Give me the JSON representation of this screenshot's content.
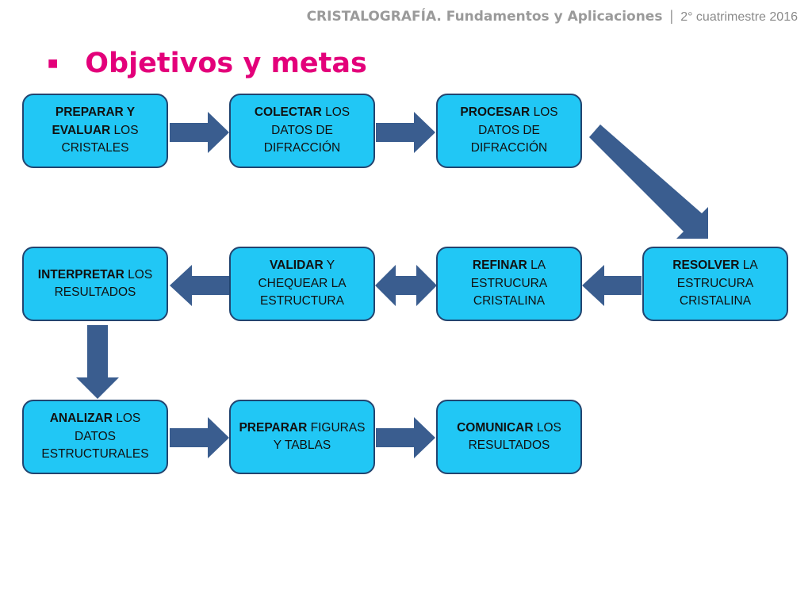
{
  "header": {
    "course": "CRISTALOGRAFÍA. Fundamentos y Aplicaciones",
    "separator": "|",
    "term": "2° cuatrimestre 2016"
  },
  "slide": {
    "bullet": "■",
    "title": "Objetivos y metas"
  },
  "colors": {
    "title": "#e3007a",
    "box_fill": "#21c7f5",
    "box_border": "#22446f",
    "arrow": "#3a5d8f"
  },
  "steps": {
    "preparar_cristales": {
      "bold": "PREPARAR Y EVALUAR",
      "rest": " LOS CRISTALES"
    },
    "colectar": {
      "bold": "COLECTAR",
      "rest": "  LOS DATOS DE DIFRACCIÓN"
    },
    "procesar": {
      "bold": "PROCESAR",
      "rest": " LOS DATOS DE DIFRACCIÓN"
    },
    "resolver": {
      "bold": "RESOLVER",
      "rest": " LA ESTRUCURA CRISTALINA"
    },
    "refinar": {
      "bold": "REFINAR",
      "rest": " LA ESTRUCURA CRISTALINA"
    },
    "validar": {
      "bold": "VALIDAR",
      "rest": " Y CHEQUEAR LA ESTRUCTURA"
    },
    "interpretar": {
      "bold": "INTERPRETAR",
      "rest": " LOS RESULTADOS"
    },
    "analizar": {
      "bold": "ANALIZAR",
      "rest": " LOS DATOS ESTRUCTURALES"
    },
    "preparar_figuras": {
      "bold": "PREPARAR",
      "rest": " FIGURAS Y TABLAS"
    },
    "comunicar": {
      "bold": "COMUNICAR",
      "rest": " LOS RESULTADOS"
    }
  }
}
